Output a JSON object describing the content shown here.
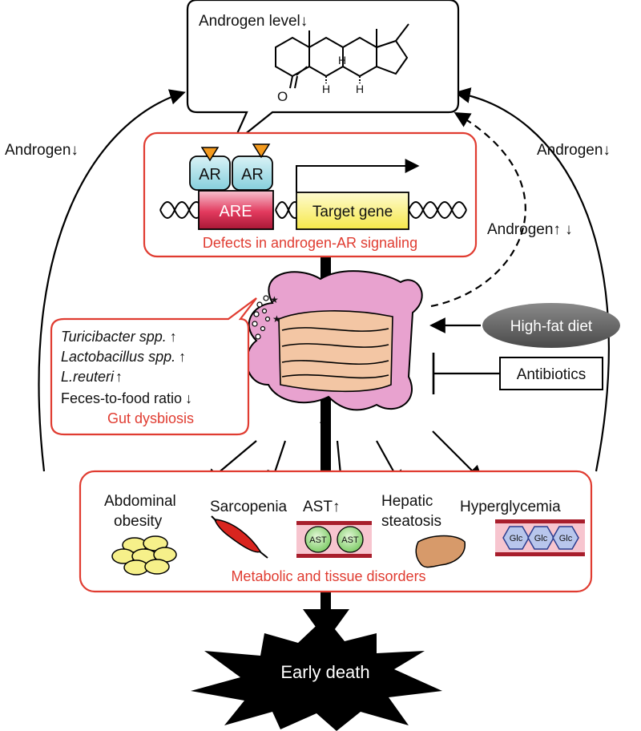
{
  "top_box": {
    "label": "Androgen level↓"
  },
  "left_arrow_label": "Androgen↓",
  "right_arrow_label": "Androgen↓",
  "dashed_arrow_label": "Androgen↑ ↓",
  "signaling": {
    "ar_left": "AR",
    "ar_right": "AR",
    "are": "ARE",
    "target_gene": "Target gene",
    "title": "Defects in androgen-AR signaling"
  },
  "steroid": {
    "h1": "H",
    "h2": "H",
    "h3": "H",
    "oxygen": "O"
  },
  "gut": {
    "items": [
      {
        "name": "Turicibacter spp.",
        "arrow": "↑",
        "italic": true
      },
      {
        "name": "Lactobacillus spp.",
        "arrow": "↑",
        "italic": true
      },
      {
        "name": "L.reuteri",
        "arrow": "↑",
        "italic": true
      },
      {
        "name": "Feces-to-food ratio",
        "arrow": "↓",
        "italic": false
      }
    ],
    "title": "Gut dysbiosis"
  },
  "high_fat_diet": "High-fat diet",
  "antibiotics": "Antibiotics",
  "disorders": {
    "abdominal_line1": "Abdominal",
    "abdominal_line2": "obesity",
    "sarcopenia": "Sarcopenia",
    "ast": "AST↑",
    "ast_cell": "AST",
    "hepatic_line1": "Hepatic",
    "hepatic_line2": "steatosis",
    "hyperglycemia": "Hyperglycemia",
    "glc": "Glc",
    "title": "Metabolic and tissue disorders"
  },
  "early_death": "Early death",
  "colors": {
    "accent_red": "#e03c31",
    "ar_fill": "#a9dfe8",
    "are_fill": "#e23a5e",
    "target_fill": "#fdf37a",
    "gut_pink": "#e8a2cf",
    "gut_inner": "#f3c6a4",
    "cell_green": "#b9e6a6",
    "glc_blue": "#b8c6ec",
    "fat_yellow": "#f6f08a",
    "muscle_red": "#d9251f",
    "liver_brown": "#d79a6a",
    "hfd_gray": "#6e6e6e",
    "triangle_orange": "#f39a1e"
  }
}
